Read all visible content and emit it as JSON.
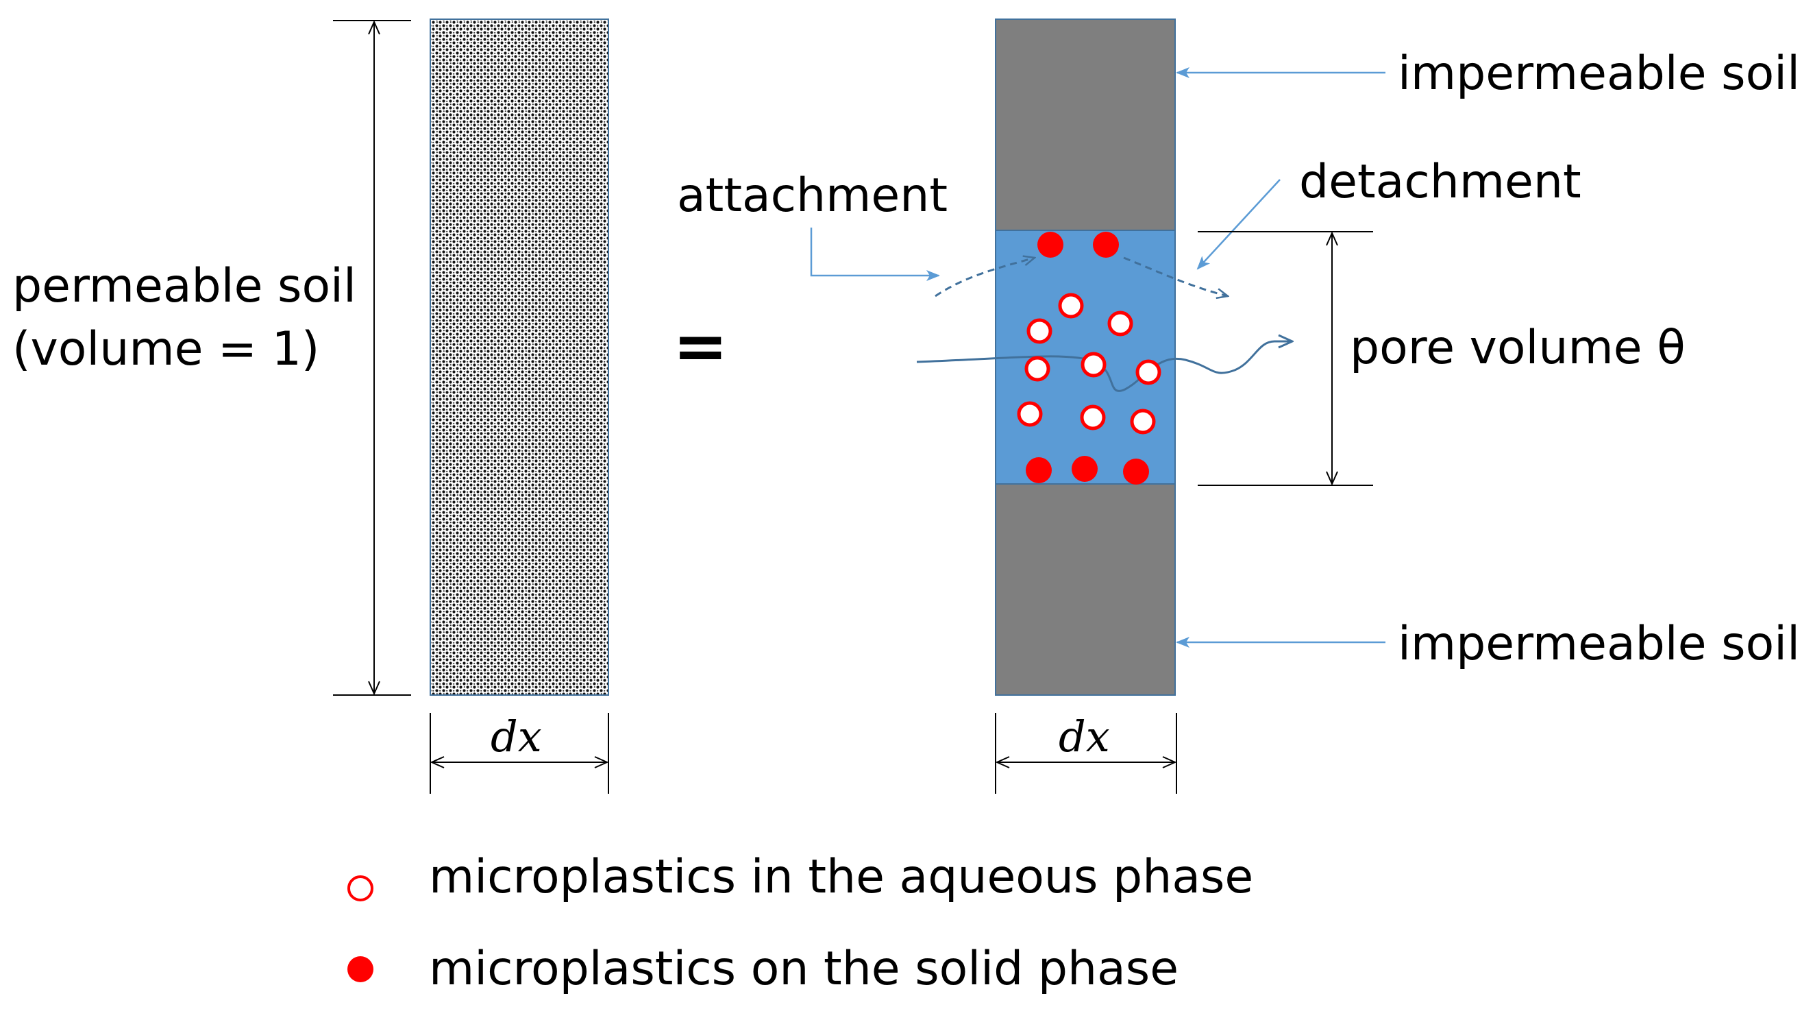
{
  "labels": {
    "permeable_soil": "permeable soil",
    "volume_eq": "(volume = 1)",
    "equals": "=",
    "dx_left": "dx",
    "dx_right": "dx",
    "impermeable_top": "impermeable soil",
    "impermeable_bottom": "impermeable soil",
    "attachment": "attachment",
    "detachment": "detachment",
    "pore_volume": "pore volume θ"
  },
  "legend": {
    "aqueous": "microplastics in the aqueous phase",
    "solid": "microplastics on the solid phase"
  },
  "colors": {
    "impermeable": "#7f7f7f",
    "pore": "#5b9bd5",
    "particle": "#ff0000",
    "arrow_blue": "#5b9bd5",
    "flow_blue": "#41719c"
  }
}
